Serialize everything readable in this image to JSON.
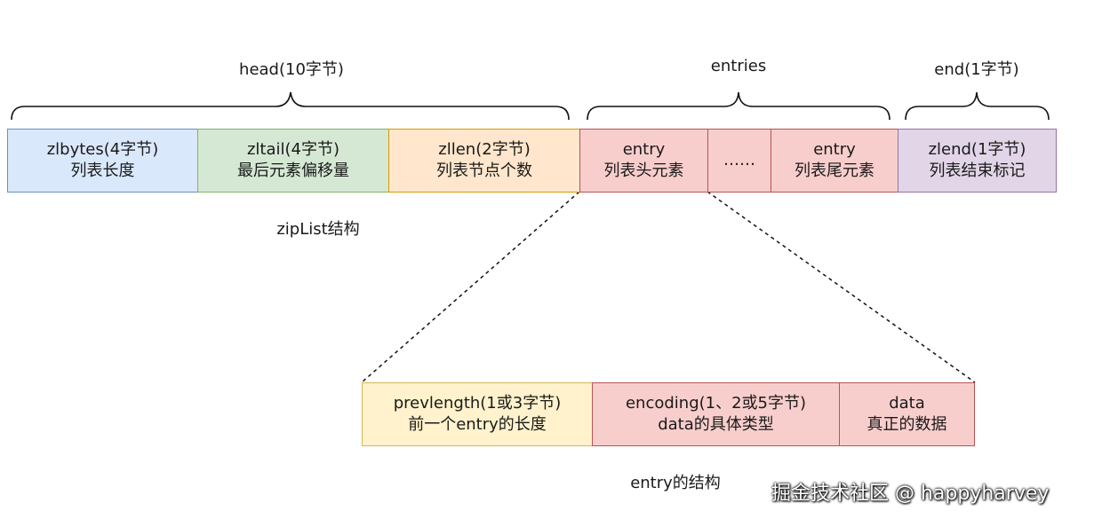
{
  "top_labels": {
    "head": "head(10字节)",
    "entries": "entries",
    "end": "end(1字节)"
  },
  "ziplist": [
    {
      "line1": "zlbytes(4字节)",
      "line2": "列表长度"
    },
    {
      "line1": "zltail(4字节)",
      "line2": "最后元素偏移量"
    },
    {
      "line1": "zllen(2字节)",
      "line2": "列表节点个数"
    },
    {
      "line1": "entry",
      "line2": "列表头元素"
    },
    {
      "line1": "……",
      "line2": ""
    },
    {
      "line1": "entry",
      "line2": "列表尾元素"
    },
    {
      "line1": "zlend(1字节)",
      "line2": "列表结束标记"
    }
  ],
  "ziplist_caption": "zipList结构",
  "entry_parts": [
    {
      "line1": "prevlength(1或3字节)",
      "line2": "前一个entry的长度"
    },
    {
      "line1": "encoding(1、2或5字节)",
      "line2": "data的具体类型"
    },
    {
      "line1": "data",
      "line2": "真正的数据"
    }
  ],
  "entry_caption": "entry的结构",
  "watermark": "掘金技术社区 @ happyharvey"
}
